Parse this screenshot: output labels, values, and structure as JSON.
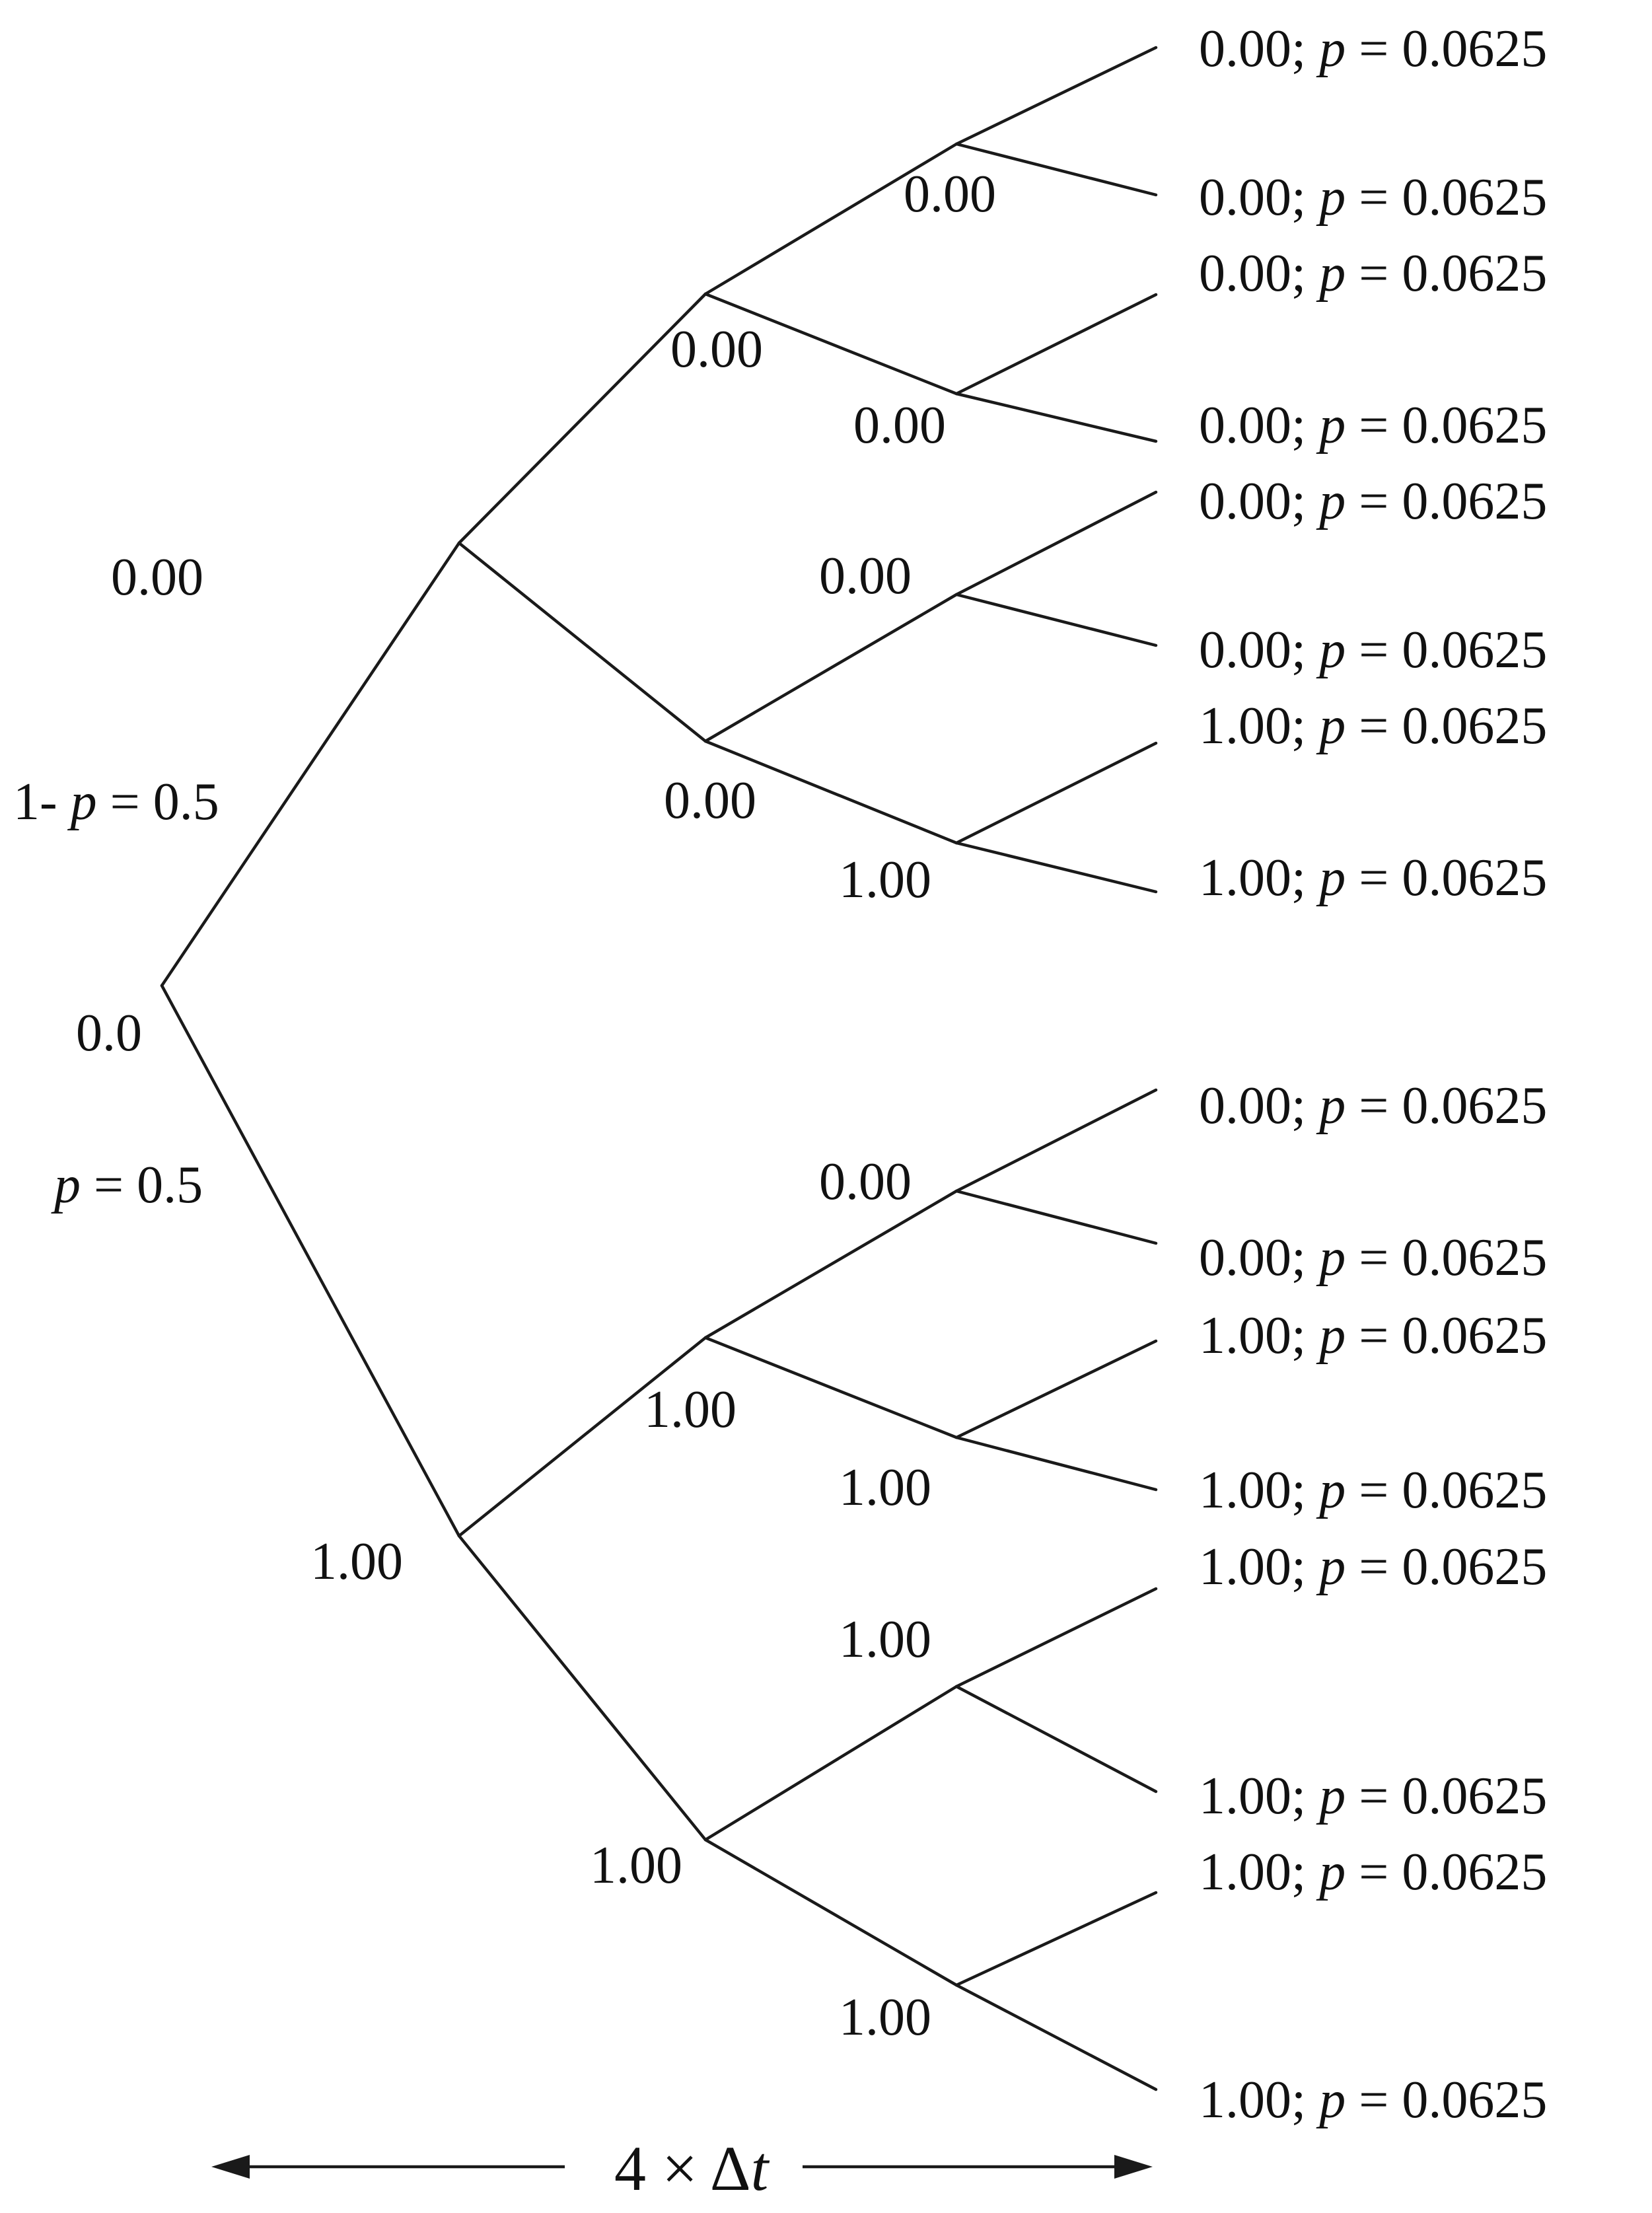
{
  "tree": {
    "root": {
      "value": "0.0"
    },
    "branch_up_prob": {
      "text": "1- ",
      "var": "p",
      "rest": " = 0.5"
    },
    "branch_down_prob": {
      "var": "p",
      "rest": " = 0.5"
    },
    "level1": [
      {
        "value": "0.00"
      },
      {
        "value": "1.00"
      }
    ],
    "level2": [
      {
        "value": "0.00"
      },
      {
        "value": "0.00"
      },
      {
        "value": "1.00"
      },
      {
        "value": "1.00"
      }
    ],
    "level3": [
      {
        "value": "0.00"
      },
      {
        "value": "0.00"
      },
      {
        "value": "0.00"
      },
      {
        "value": "1.00"
      },
      {
        "value": "0.00"
      },
      {
        "value": "1.00"
      },
      {
        "value": "1.00"
      },
      {
        "value": "1.00"
      }
    ],
    "leaves": [
      {
        "value": "0.00; ",
        "var": "p",
        "prob": " = 0.0625"
      },
      {
        "value": "0.00; ",
        "var": "p",
        "prob": " = 0.0625"
      },
      {
        "value": "0.00; ",
        "var": "p",
        "prob": " = 0.0625"
      },
      {
        "value": "0.00; ",
        "var": "p",
        "prob": " = 0.0625"
      },
      {
        "value": "0.00; ",
        "var": "p",
        "prob": " = 0.0625"
      },
      {
        "value": "0.00; ",
        "var": "p",
        "prob": " = 0.0625"
      },
      {
        "value": "1.00; ",
        "var": "p",
        "prob": " = 0.0625"
      },
      {
        "value": "1.00; ",
        "var": "p",
        "prob": " = 0.0625"
      },
      {
        "value": "0.00; ",
        "var": "p",
        "prob": " = 0.0625"
      },
      {
        "value": "0.00; ",
        "var": "p",
        "prob": " = 0.0625"
      },
      {
        "value": "1.00; ",
        "var": "p",
        "prob": " = 0.0625"
      },
      {
        "value": "1.00; ",
        "var": "p",
        "prob": " = 0.0625"
      },
      {
        "value": "1.00; ",
        "var": "p",
        "prob": " = 0.0625"
      },
      {
        "value": "1.00; ",
        "var": "p",
        "prob": " = 0.0625"
      },
      {
        "value": "1.00; ",
        "var": "p",
        "prob": " = 0.0625"
      },
      {
        "value": "1.00; ",
        "var": "p",
        "prob": " = 0.0625"
      }
    ]
  },
  "time_axis": {
    "prefix": "4 × Δ",
    "var": "t"
  }
}
